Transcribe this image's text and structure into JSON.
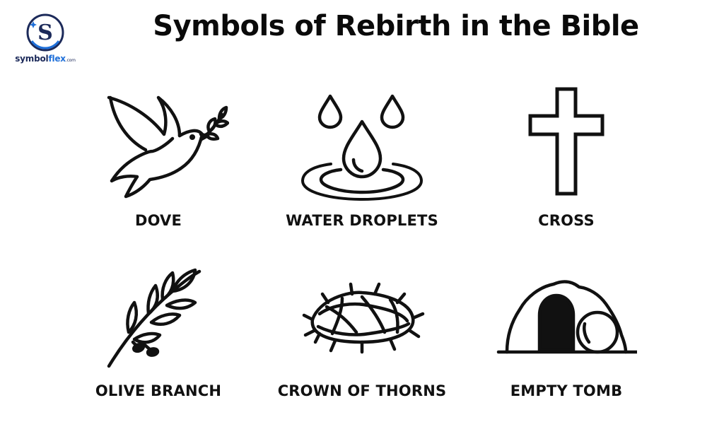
{
  "brand": {
    "logo_letter": "S",
    "name_part1": "symbol",
    "name_part2": "flex",
    "name_suffix": ".com",
    "logo_icon": "symbolflex-logo-icon",
    "colors": {
      "navy": "#1c2a5a",
      "blue": "#1e6fd9"
    }
  },
  "title": "Symbols of Rebirth in the Bible",
  "symbols": [
    {
      "label": "DOVE",
      "icon": "dove-icon"
    },
    {
      "label": "WATER DROPLETS",
      "icon": "water-droplets-icon"
    },
    {
      "label": "CROSS",
      "icon": "cross-icon"
    },
    {
      "label": "OLIVE BRANCH",
      "icon": "olive-branch-icon"
    },
    {
      "label": "CROWN OF THORNS",
      "icon": "crown-of-thorns-icon"
    },
    {
      "label": "EMPTY TOMB",
      "icon": "empty-tomb-icon"
    }
  ]
}
